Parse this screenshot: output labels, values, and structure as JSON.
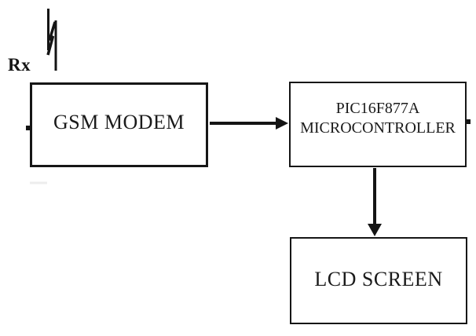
{
  "diagram": {
    "antenna": {
      "label": "Rx"
    },
    "blocks": {
      "gsm": {
        "label": "GSM MODEM"
      },
      "mcu": {
        "line1": "PIC16F877A",
        "line2": "MICROCONTROLLER"
      },
      "lcd": {
        "label": "LCD SCREEN"
      }
    },
    "connections": [
      {
        "from": "GSM MODEM",
        "to": "PIC16F877A MICROCONTROLLER",
        "direction": "right"
      },
      {
        "from": "PIC16F877A MICROCONTROLLER",
        "to": "LCD SCREEN",
        "direction": "down"
      }
    ],
    "colors": {
      "stroke": "#141414",
      "background": "#ffffff",
      "text": "#1a1a1a"
    }
  }
}
